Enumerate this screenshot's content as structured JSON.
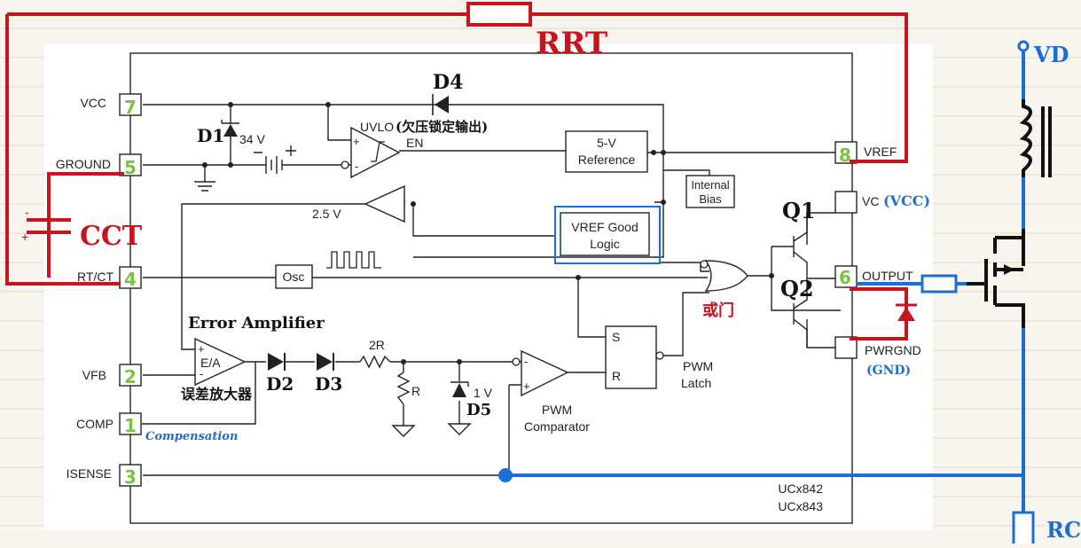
{
  "chip": {
    "part_numbers": [
      "UCx842",
      "UCx843"
    ],
    "pins_left": [
      {
        "name": "VCC",
        "number": "7"
      },
      {
        "name": "GROUND",
        "number": "5"
      },
      {
        "name": "RT/CT",
        "number": "4"
      },
      {
        "name": "VFB",
        "number": "2"
      },
      {
        "name": "COMP",
        "number": "1"
      },
      {
        "name": "ISENSE",
        "number": "3"
      }
    ],
    "pins_right": [
      {
        "name": "VREF",
        "number": "8"
      },
      {
        "name": "VC",
        "number": "",
        "annotation": "(VCC)"
      },
      {
        "name": "OUTPUT",
        "number": "6"
      },
      {
        "name": "PWRGND",
        "number": "",
        "annotation": "(GND)"
      }
    ]
  },
  "blocks": {
    "uvlo": "UVLO",
    "uvlo_note": "(欠压锁定输出)",
    "en": "EN",
    "reference_line1": "5-V",
    "reference_line2": "Reference",
    "bias_line1": "Internal",
    "bias_line2": "Bias",
    "vref_good_line1": "VREF Good",
    "vref_good_line2": "Logic",
    "osc": "Osc",
    "ea": "E/A",
    "ea_title": "Error Amplifier",
    "ea_note": "误差放大器",
    "pwm_comp_line1": "PWM",
    "pwm_comp_line2": "Comparator",
    "latch_line1": "PWM",
    "latch_line2": "Latch",
    "latch_s": "S",
    "latch_r": "R",
    "or_note": "或门",
    "compensation": "Compensation"
  },
  "components": {
    "zener_34": "34 V",
    "ref_25": "2.5 V",
    "r2": "2R",
    "r1": "R",
    "zener_1v": "1 V",
    "d1": "D1",
    "d2": "D2",
    "d3": "D3",
    "d4": "D4",
    "d5": "D5",
    "q1": "Q1",
    "q2": "Q2",
    "rrt": "RRT",
    "cct": "CCT",
    "vd": "VD",
    "rc": "RC"
  },
  "colors": {
    "red": "#c8141e",
    "blue": "#1a6fd6",
    "green": "#7cc242",
    "black": "#222222"
  }
}
